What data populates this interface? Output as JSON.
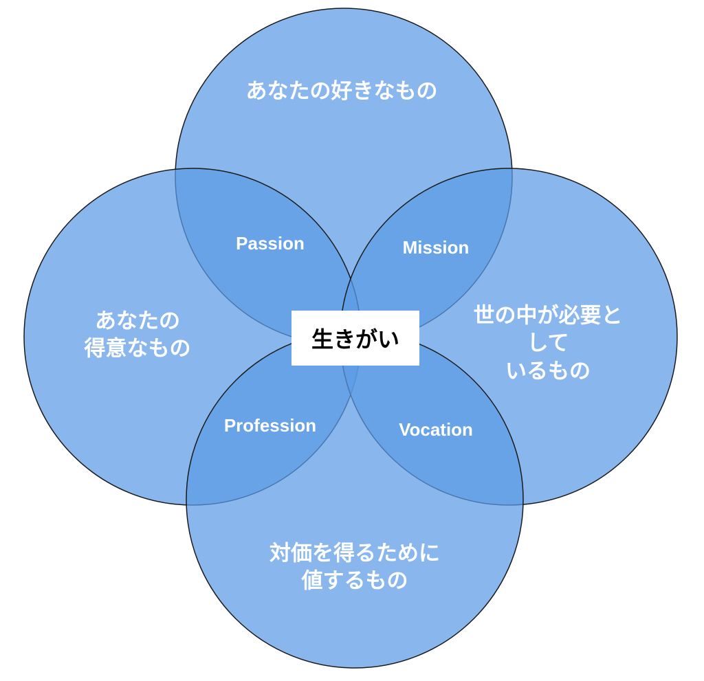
{
  "colors": {
    "circle_fill": "#5b9be6",
    "circle_fill_opacity": 0.72,
    "stroke": "#1a1a1a",
    "label_text": "#ffffff",
    "center_bg": "#ffffff",
    "center_text": "#000000"
  },
  "circles": [
    {
      "id": "top",
      "label": "あなたの好きなもの"
    },
    {
      "id": "left",
      "label": "あなたの\n得意なもの"
    },
    {
      "id": "right",
      "label": "世の中が必要として\nいるもの"
    },
    {
      "id": "bottom",
      "label": "対価を得るために\n値するもの"
    }
  ],
  "overlaps": {
    "passion": "Passion",
    "mission": "Mission",
    "profession": "Profession",
    "vocation": "Vocation"
  },
  "center": {
    "label": "生きがい"
  }
}
